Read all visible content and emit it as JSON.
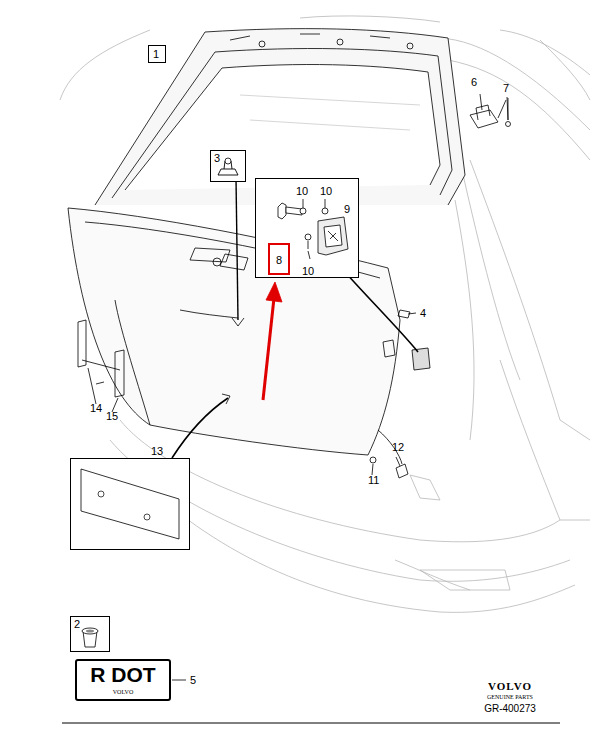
{
  "diagram": {
    "nodes": [
      {
        "text": [
          "1"
        ]
      },
      {
        "text": [
          "3"
        ]
      },
      {
        "text": [
          "10",
          "10",
          "9",
          "10"
        ]
      },
      {
        "text": [
          "8"
        ],
        "in": 2
      },
      {
        "text": [
          "13"
        ]
      },
      {
        "text": [
          "2"
        ]
      },
      {
        "text": [
          "R DOT",
          "VOLVO"
        ]
      }
    ],
    "labels": [
      "6",
      "7",
      "4",
      "14",
      "15",
      "11",
      "12",
      "5",
      "VOLVO",
      "GENUINE PARTS",
      "GR-400273"
    ]
  }
}
